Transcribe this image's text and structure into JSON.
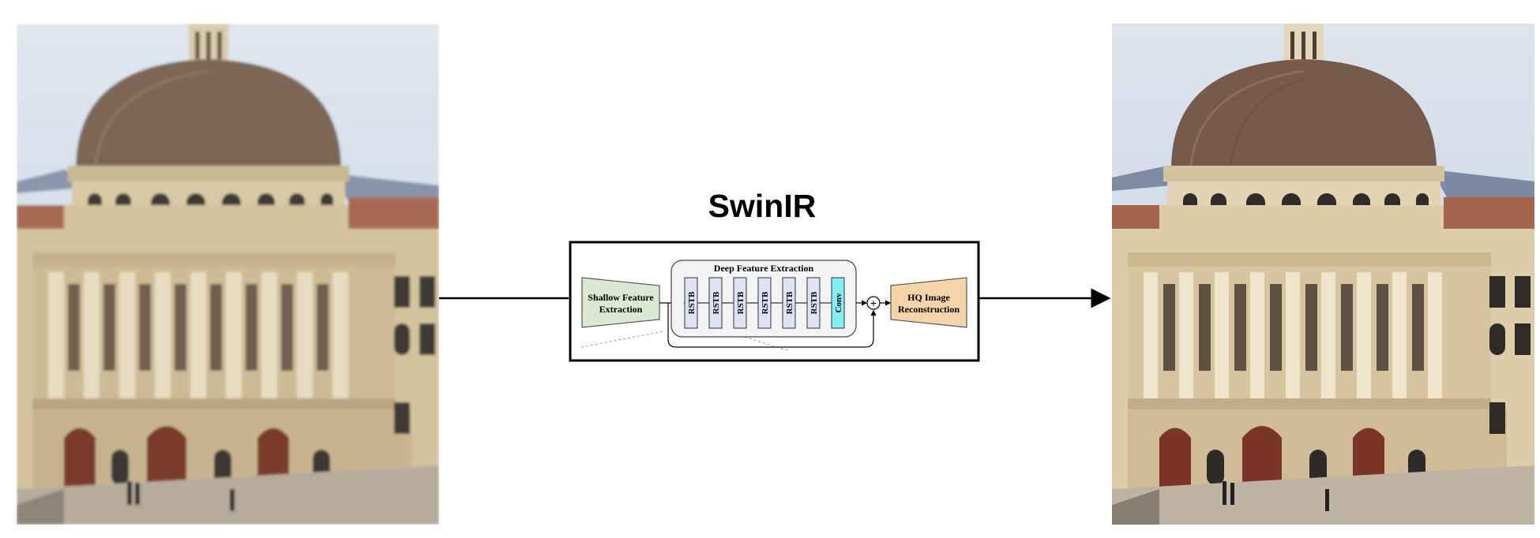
{
  "title": "SwinIR",
  "diagram": {
    "shallow_feature_label": [
      "Shallow Feature",
      "Extraction"
    ],
    "deep_feature_label": "Deep Feature Extraction",
    "blocks": [
      "RSTB",
      "RSTB",
      "RSTB",
      "RSTB",
      "RSTB",
      "RSTB",
      "Conv"
    ],
    "sum_symbol": "+",
    "reconstruction_label": [
      "HQ Image",
      "Reconstruction"
    ]
  },
  "images": {
    "input": "low-quality building photo (blurry)",
    "output": "restored building photo (sharp)"
  },
  "colors": {
    "shallow_fill": "#d9ead3",
    "deep_fill": "#f3f3f3",
    "rstb_fill": "#dde3f5",
    "conv_fill": "#7ff0f5",
    "recon_fill": "#f6d3a8"
  }
}
